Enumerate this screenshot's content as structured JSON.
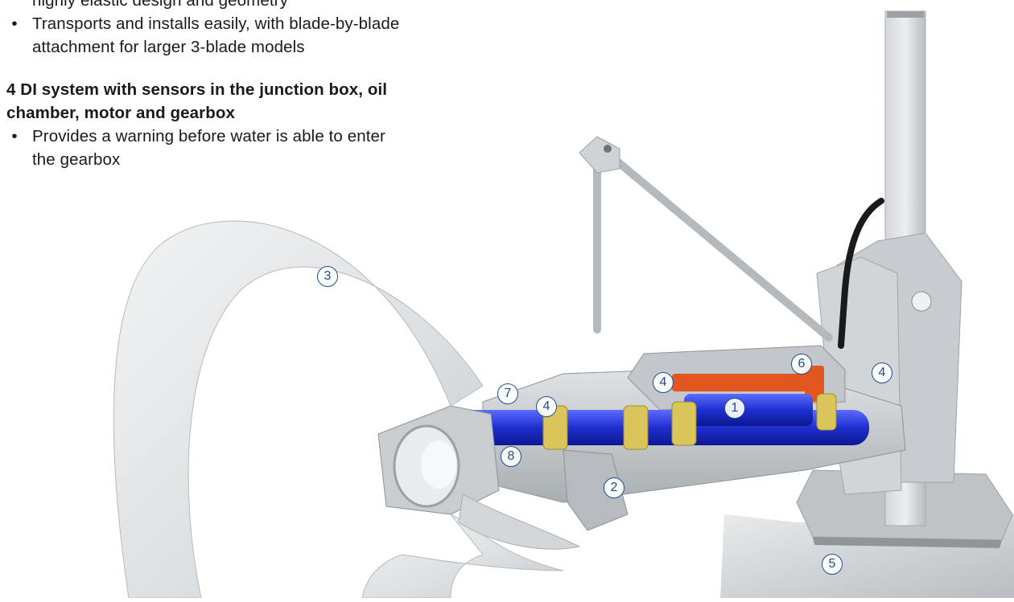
{
  "text_block": {
    "line_top": "highly elastic design and geometry",
    "bullet_transport": {
      "symbol": "•",
      "line1": "Transports and installs easily, with blade-by-blade",
      "line2": "attachment for larger 3-blade models"
    },
    "heading_di": {
      "line1": "4 DI system with sensors in the junction box, oil",
      "line2": "chamber, motor and gearbox"
    },
    "bullet_warning": {
      "symbol": "•",
      "line1": "Provides a warning before water is able to enter",
      "line2": "the gearbox"
    }
  },
  "callouts": [
    {
      "label": "3"
    },
    {
      "label": "7"
    },
    {
      "label": "4"
    },
    {
      "label": "4"
    },
    {
      "label": "6"
    },
    {
      "label": "4"
    },
    {
      "label": "1"
    },
    {
      "label": "8"
    },
    {
      "label": "2"
    },
    {
      "label": "5"
    }
  ],
  "colors": {
    "callout": "#1f4e8f",
    "shaft_blue": "#1f2fd0",
    "housing_grey": "#c9cdd0",
    "bearing_yellow": "#d9c55a",
    "seal_orange": "#e2571f"
  }
}
